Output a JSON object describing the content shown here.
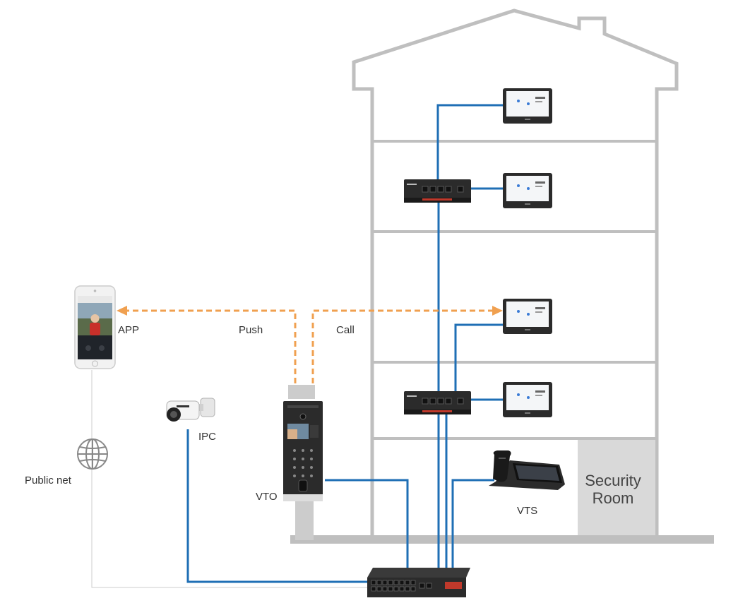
{
  "labels": {
    "app": "APP",
    "push": "Push",
    "call": "Call",
    "ipc": "IPC",
    "public_net": "Public net",
    "vto": "VTO",
    "vts": "VTS",
    "security_room_line1": "Security",
    "security_room_line2": "Room"
  },
  "colors": {
    "building_outline": "#bfbfbf",
    "cable": "#1f6fb5",
    "wireless": "#f0a050",
    "public_net_line": "#cccccc",
    "security_room_fill": "#d9d9d9",
    "device_dark": "#2b2b2b"
  },
  "icons": {
    "globe": "globe-icon",
    "phone": "smartphone-icon",
    "camera": "bullet-camera-icon",
    "switch": "poe-switch-icon",
    "monitor": "indoor-monitor-icon",
    "door_station": "door-station-icon",
    "master_station": "master-station-icon"
  }
}
